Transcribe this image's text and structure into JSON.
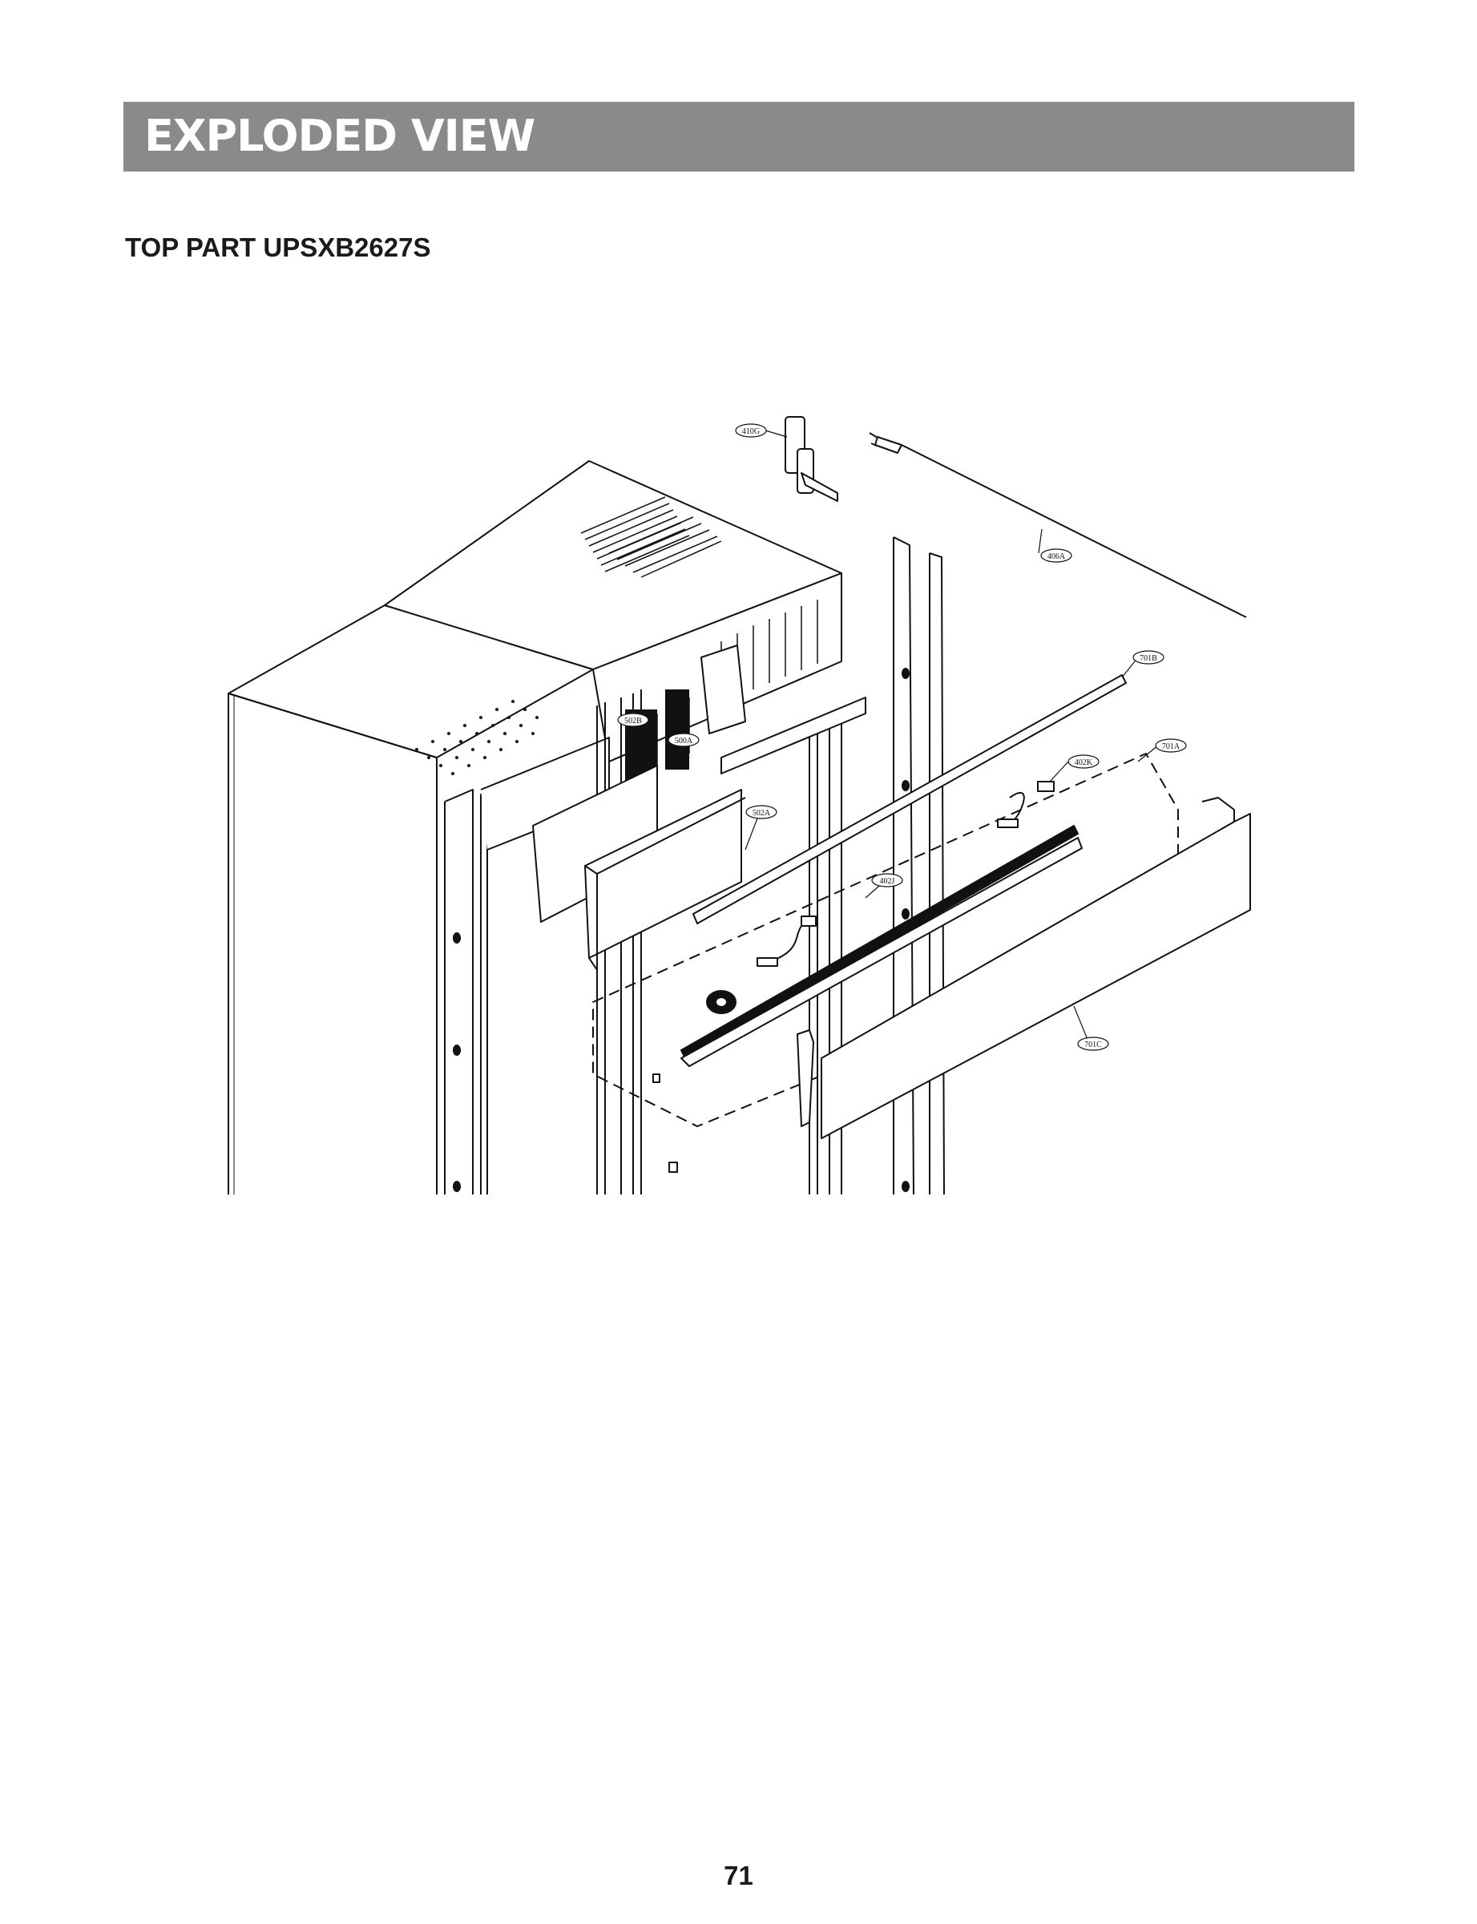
{
  "header": {
    "title": "EXPLODED VIEW"
  },
  "section": {
    "title": "TOP PART UPSXB2627S"
  },
  "callouts": {
    "c410G": "410G",
    "c406A": "406A",
    "c701B": "701B",
    "c701A": "701A",
    "c402K": "402K",
    "c502B": "502B",
    "c500A": "500A",
    "c502A": "502A",
    "c402J": "402J",
    "c701C": "701C"
  },
  "footer": {
    "page_number": "71"
  },
  "colors": {
    "header_bar": "#898a8c",
    "line_art": "#111111"
  }
}
